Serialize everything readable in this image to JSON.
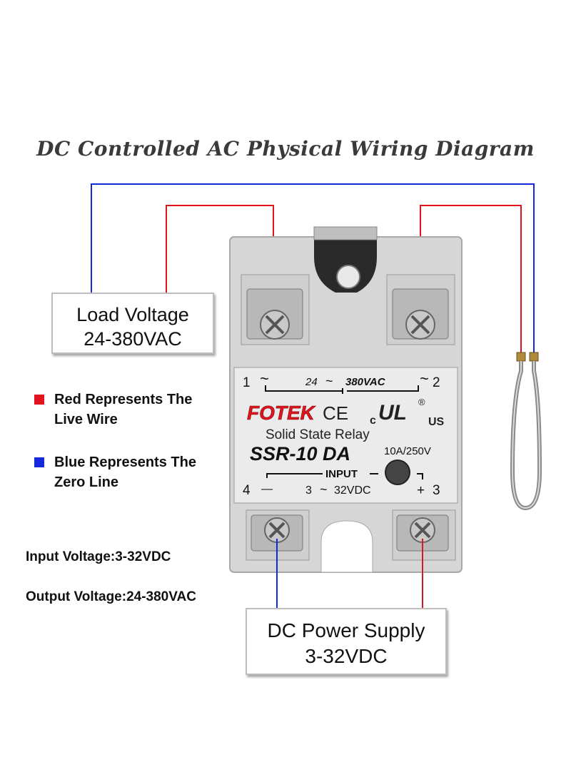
{
  "title": "DC Controlled AC Physical Wiring Diagram",
  "load_box": {
    "line1": "Load Voltage",
    "line2": "24-380VAC"
  },
  "dc_box": {
    "line1": "DC Power Supply",
    "line2": "3-32VDC"
  },
  "legend": {
    "red": {
      "line1": "Red Represents The",
      "line2": "Live Wire",
      "color": "#e1141e"
    },
    "blue": {
      "line1": "Blue Represents The",
      "line2": "Zero Line",
      "color": "#1428dc"
    }
  },
  "specs": {
    "input": "Input Voltage:3-32VDC",
    "output": "Output Voltage:24-380VAC"
  },
  "relay": {
    "brand": "FOTEK",
    "ce": "CE",
    "c": "c",
    "ul": "UL",
    "reg": "®",
    "us": "US",
    "product": "Solid State Relay",
    "model": "SSR-10 DA",
    "rating": "10A/250V",
    "input_label": "INPUT",
    "terminal_1": "1",
    "terminal_2": "2",
    "terminal_3": "3",
    "terminal_4": "4",
    "tilde": "~",
    "minus": "—",
    "plus": "+",
    "ac_low": "24",
    "ac_high": "380VAC",
    "dc_low": "3",
    "dc_high": "32VDC"
  },
  "colors": {
    "live": "#e1141e",
    "zero": "#1428dc",
    "housing": "#d9d9d9",
    "label_bg": "#e8e8e8"
  }
}
